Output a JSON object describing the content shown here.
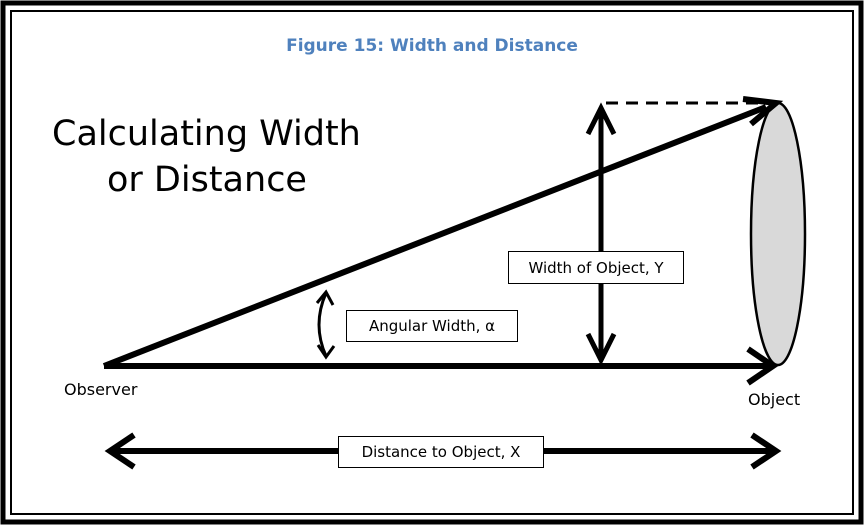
{
  "figure": {
    "title": "Figure 15: Width and Distance"
  },
  "heading": {
    "line1": "Calculating Width",
    "line2": "or Distance"
  },
  "labels": {
    "observer": "Observer",
    "object": "Object",
    "width_of_object": "Width of Object, Y",
    "angular_width": "Angular Width, α",
    "distance_to_object": "Distance to Object, X"
  },
  "colors": {
    "title": "#4f81bd",
    "object_fill": "#d9d9d9",
    "lines": "#000000"
  }
}
